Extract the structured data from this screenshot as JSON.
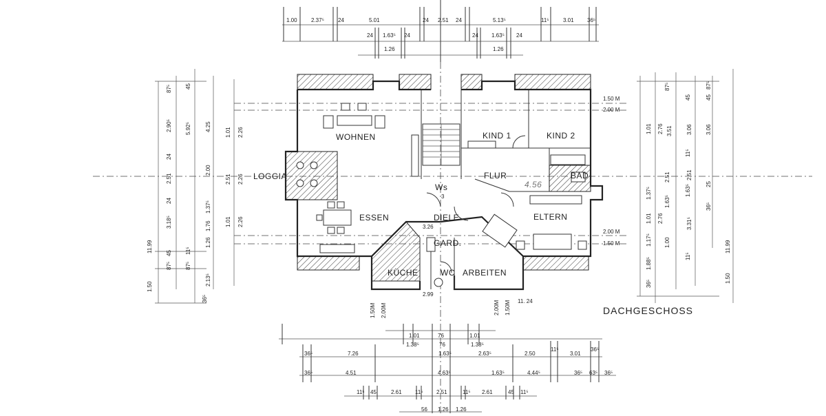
{
  "plan": {
    "title": "DACHGESCHOSS",
    "rooms": {
      "wohnen": "WOHNEN",
      "essen": "ESSEN",
      "loggia": "LOGGIA",
      "kueche": "KÜCHE",
      "diele": "DIELE",
      "gard": "GARD.",
      "wc": "WC",
      "arbeiten": "ARBEITEN",
      "flur": "FLUR",
      "kind1": "KIND 1",
      "kind2": "KIND 2",
      "bad": "BAD",
      "eltern": "ELTERN",
      "ws": "Ws"
    },
    "annotations": {
      "ws_num": "3",
      "area_456": "4.56",
      "area_326": "3.26",
      "right_150m_top": "1.50 M",
      "right_200m_top": "2.00 M",
      "right_200m_bot": "2.00 M",
      "right_150m_bot": "1.50 M",
      "bottom_150m": "1.50M",
      "bottom_200m": "2.00M",
      "bottom_200m_b": "2.00M",
      "bottom_150m_b": "1.50M",
      "bottom_1124": "11. 24",
      "bottom_299": "2.99"
    },
    "top_dims": {
      "row1": [
        "1.00",
        "2.37⁵",
        "24",
        "5.01",
        "24",
        "2.51",
        "24",
        "5.13⁵",
        "11⁵",
        "3.01",
        "36⁵"
      ],
      "row2": [
        "24",
        "1.63⁵",
        "24",
        "24",
        "1.63⁵",
        "24"
      ],
      "row3": [
        "1.26",
        "1.26"
      ]
    },
    "left_dims": {
      "col1": [
        "87⁵",
        "2.90⁵",
        "24",
        "2.51",
        "24",
        "3.18⁵",
        "45",
        "87⁵",
        "11.99",
        "1.50"
      ],
      "col2": [
        "45",
        "5.92⁵",
        "11⁵",
        "87⁵",
        "36⁵"
      ],
      "col3": [
        "4.25",
        "2.00",
        "1.37⁵",
        "1.76",
        "1.26",
        "2.13⁵"
      ],
      "col4": [
        "1.01",
        "2.51",
        "1.01"
      ],
      "col5": [
        "2.26",
        "2.26",
        "2.26"
      ]
    },
    "right_dims": {
      "col1": [
        "1.01",
        "1.37⁵",
        "1.01",
        "1.17⁵",
        "1.88⁵",
        "36⁵"
      ],
      "col2": [
        "87⁵",
        "2.76",
        "2.51",
        "2.76",
        "1.63⁵",
        "1.00",
        "11⁵"
      ],
      "col3": [
        "3.51",
        "45",
        "1.63⁵",
        "11⁵"
      ],
      "col4": [
        "3.06",
        "2.51",
        "3.31⁵",
        "36⁵"
      ],
      "col5": [
        "3.06",
        "25",
        "45",
        "87⁵"
      ],
      "col6": [
        "11.99",
        "1.50"
      ]
    },
    "bottom_dims": {
      "row1": [
        "1.01",
        "76",
        "1.01"
      ],
      "row2": [
        "1.38⁵",
        "76",
        "1.38⁵"
      ],
      "row3": [
        "36⁵",
        "7.26",
        "1.63⁵",
        "2.63⁵",
        "2.50",
        "11⁵",
        "3.01",
        "36⁵"
      ],
      "row4": [
        "36⁵",
        "4.51",
        "4.63⁵",
        "1.63⁵",
        "4.44⁵",
        "36⁵",
        "63⁵",
        "36⁵"
      ],
      "row5": [
        "11⁵",
        "45",
        "2.61",
        "11⁵",
        "2.51",
        "11⁵",
        "2.61",
        "45",
        "11⁵"
      ],
      "row6": [
        "56",
        "1.26",
        "1.26"
      ]
    }
  }
}
